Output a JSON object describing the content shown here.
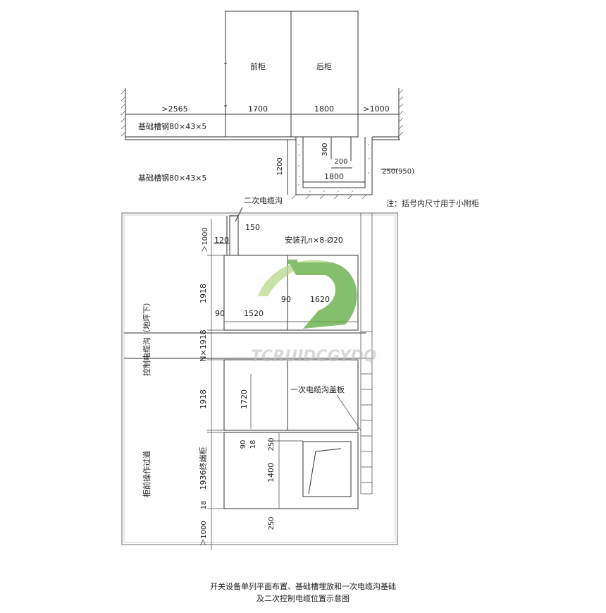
{
  "top_view": {
    "front_label": "前柜",
    "rear_label": "后柜",
    "dims": {
      "left_clear": ">2565",
      "front_depth": "1700",
      "rear_depth": "1800",
      "right_clear": ">1000",
      "channel_note": "基础槽钢80×43×5",
      "pit_300": "300",
      "pit_200": "200",
      "pit_1200": "1200",
      "pit_1800": "1800",
      "pit_250": "250(950)"
    },
    "channel_note_2": "基础槽钢80×43×5",
    "footnote": "注：括号内尺寸用于小附柜"
  },
  "plan_view": {
    "secondary_trench": "二次电缆沟",
    "dim_150": "150",
    "dim_120": "120",
    "dim_ge1000_top": "＞1000",
    "mount_holes": "安装孔n×8-Ø20",
    "dim_1918_a": "1918",
    "dim_90_a": "90",
    "dim_1520": "1520",
    "dim_90_b": "90",
    "dim_1620": "1620",
    "dim_nx1918": "N×1918",
    "dim_1918_b": "1918",
    "dim_1720": "1720",
    "primary_trench_cover": "一次电缆沟盖板",
    "dim_90_c": "90",
    "dim_18_a": "18",
    "dim_250_a": "250",
    "dim_1400": "1400",
    "dim_1936": "1936终端柜",
    "dim_18_b": "18",
    "dim_250_b": "250",
    "dim_ge1000_bot": "＞1000",
    "side_label_1": "控制电缆沟（地坪下）",
    "side_label_2": "柜前操作过道"
  },
  "watermark": "TCRUIDCGYDQ",
  "caption": {
    "line1": "开关设备单列平面布置、基础槽埋放和一次电缆沟基础",
    "line2": "及二次控制电缆位置示意图"
  },
  "colors": {
    "line": "#333333",
    "frame": "#9a9a9a",
    "logo_green": "#5aaa3c",
    "logo_light": "#b8d98a"
  }
}
